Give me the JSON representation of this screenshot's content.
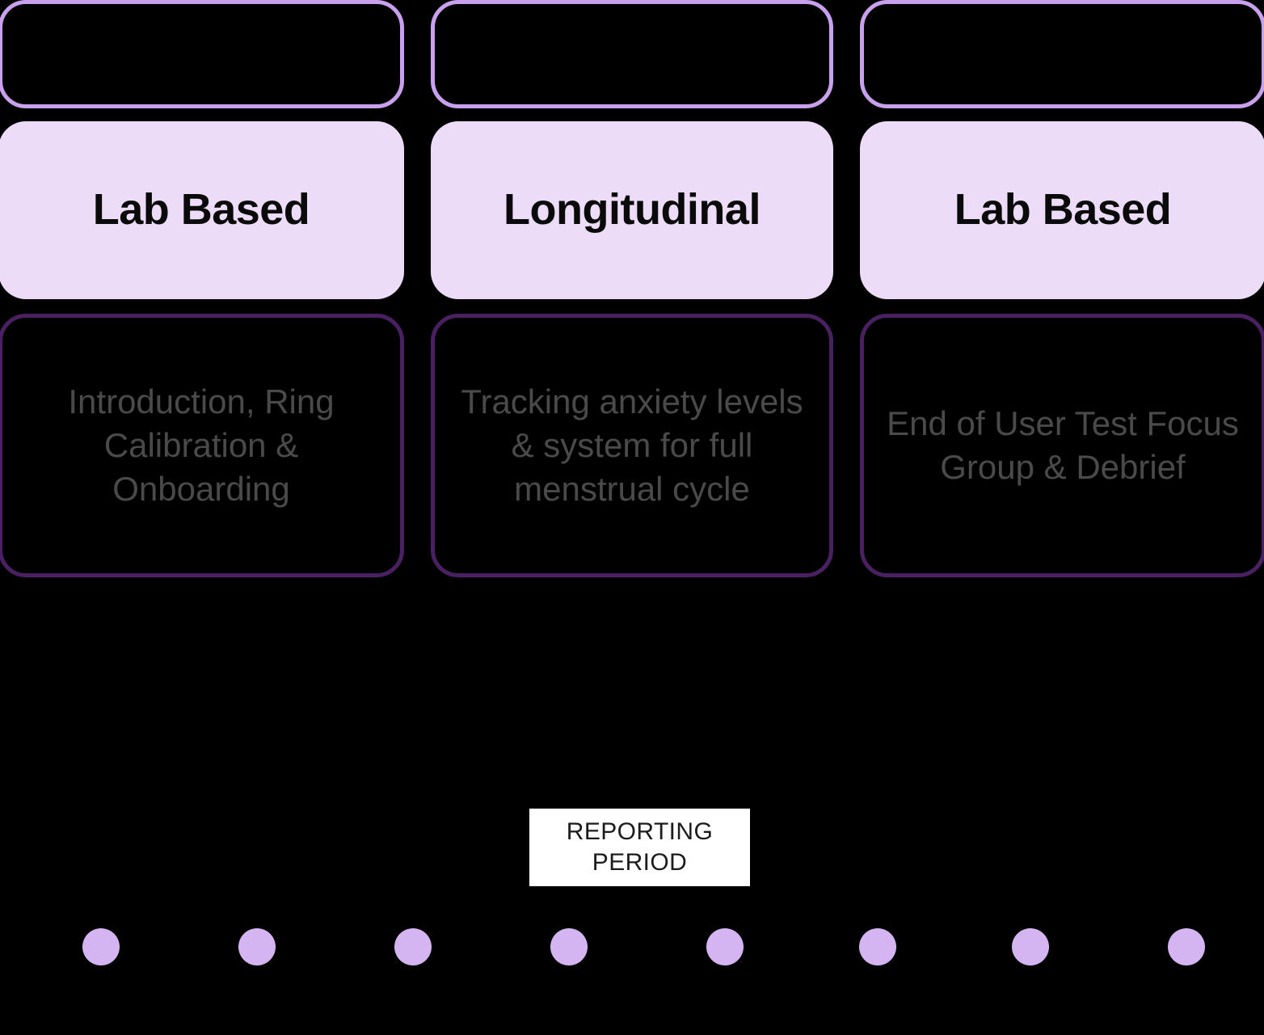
{
  "palette": {
    "background": "#000000",
    "outline_light": "#c9a0ee",
    "outline_dark": "#4a2063",
    "card_fill": "#ecdcf8",
    "dot": "#d5b4f2",
    "label_bg": "#ffffff",
    "title_text": "#0a0a0a",
    "desc_text": "#4a4a4a",
    "label_text": "#1c1c1c"
  },
  "columns": [
    {
      "header_card": "",
      "title": "Lab Based",
      "description": "Introduction, Ring Calibration & Onboarding"
    },
    {
      "header_card": "",
      "title": "Longitudinal",
      "description": "Tracking anxiety levels & system for full menstrual cycle"
    },
    {
      "header_card": "",
      "title": "Lab Based",
      "description": "End of User Test Focus Group & Debrief"
    }
  ],
  "reporting_period": {
    "line1": "REPORTING",
    "line2": "PERIOD"
  },
  "timeline": {
    "dot_count": 8,
    "dot_centers_x": [
      125,
      318,
      511,
      704,
      897,
      1086,
      1275,
      1468
    ],
    "dot_diameter": 46
  }
}
